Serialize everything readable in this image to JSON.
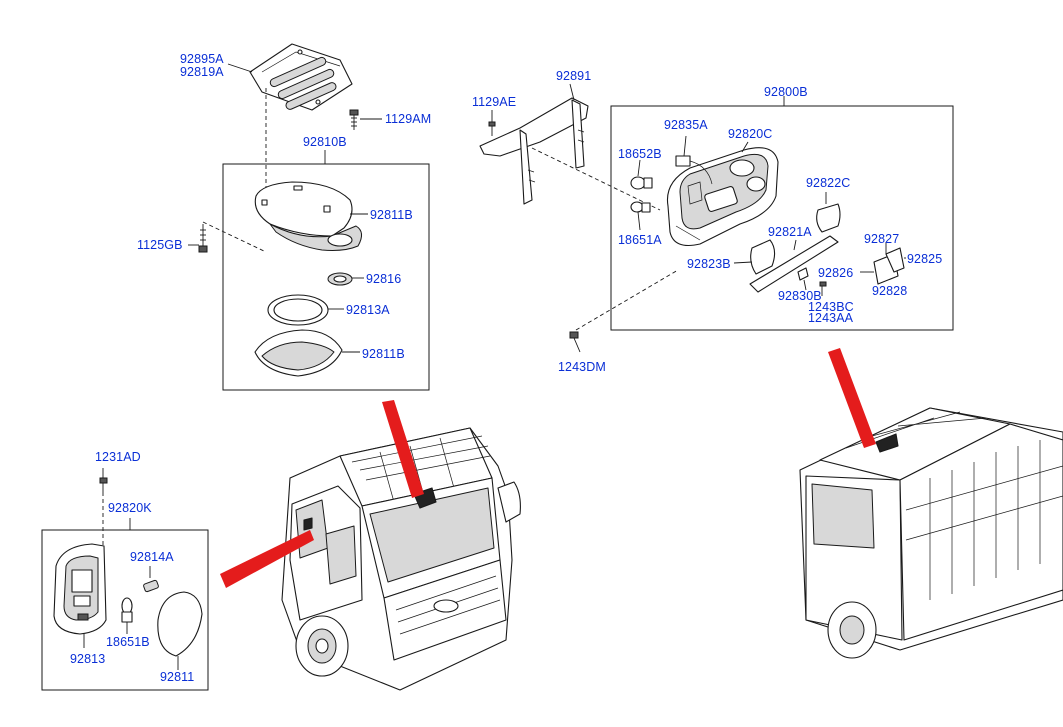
{
  "diagram": {
    "labels": {
      "l_92895A": "92895A",
      "l_92819A": "92819A",
      "l_1129AM": "1129AM",
      "l_92810B": "92810B",
      "l_92811B_a": "92811B",
      "l_1125GB": "1125GB",
      "l_92816": "92816",
      "l_92813A": "92813A",
      "l_92811B_b": "92811B",
      "l_92891": "92891",
      "l_1129AE": "1129AE",
      "l_92800B": "92800B",
      "l_92835A": "92835A",
      "l_92820C": "92820C",
      "l_18652B": "18652B",
      "l_92822C": "92822C",
      "l_18651A": "18651A",
      "l_92821A": "92821A",
      "l_92827": "92827",
      "l_92823B": "92823B",
      "l_92826": "92826",
      "l_92825": "92825",
      "l_92828": "92828",
      "l_92830B": "92830B",
      "l_1243BC": "1243BC",
      "l_1243AA": "1243AA",
      "l_1243DM": "1243DM",
      "l_1231AD": "1231AD",
      "l_92820K": "92820K",
      "l_92814A": "92814A",
      "l_92813": "92813",
      "l_18651B": "18651B",
      "l_92811": "92811"
    },
    "colors": {
      "label": "#0a2fd6",
      "arrow": "#e41c1c",
      "line": "#1a1a1a"
    }
  }
}
